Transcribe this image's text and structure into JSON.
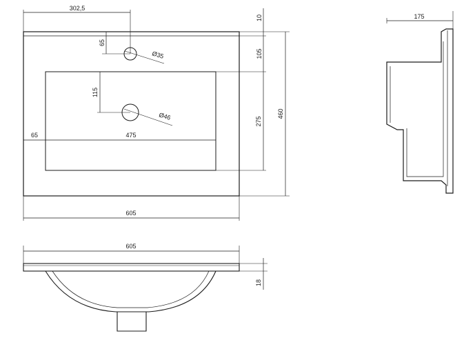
{
  "top_view": {
    "dim_hole_offset": "302,5",
    "dim_top_edge": "10",
    "dim_hole_from_edge": "65",
    "dim_tap_hole_dia": "Ø35",
    "dim_basin_top": "105",
    "dim_drain_depth": "115",
    "dim_drain_dia": "Ø46",
    "dim_basin_depth": "275",
    "dim_total_depth": "460",
    "dim_side_margin": "65",
    "dim_basin_width": "475",
    "dim_total_width": "605"
  },
  "side_view": {
    "dim_depth": "175"
  },
  "front_view": {
    "dim_width": "605",
    "dim_thickness": "18"
  }
}
